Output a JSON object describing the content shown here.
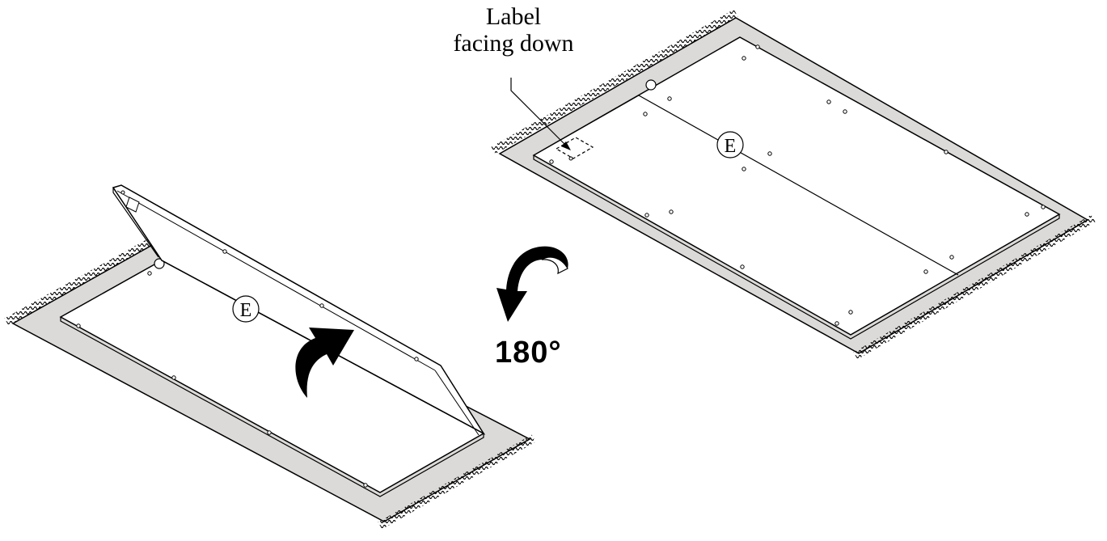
{
  "callout": {
    "line1": "Label",
    "line2": "facing down"
  },
  "rotation": {
    "label": "180°"
  },
  "panels": {
    "left_label": "E",
    "right_label": "E"
  },
  "colors": {
    "rug": "#dcdad8",
    "line": "#000000",
    "panel": "#ffffff"
  },
  "icons": {
    "flip_arrow": "curved-arrow-up",
    "rotate_arrow": "curved-arrow-rotate"
  }
}
